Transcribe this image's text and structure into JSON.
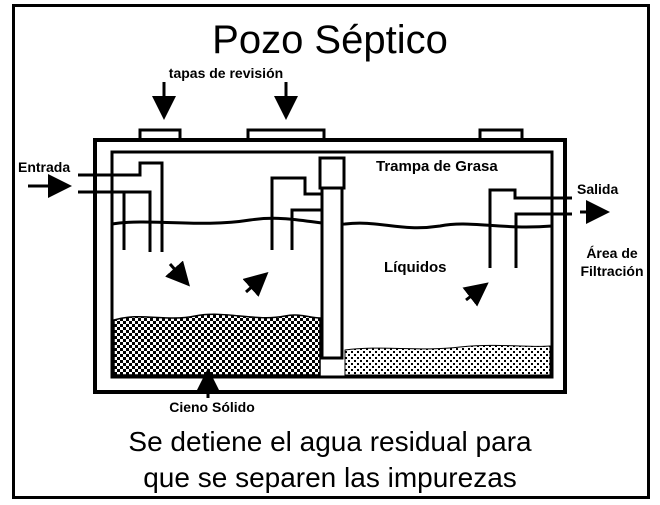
{
  "title": "Pozo Séptico",
  "labels": {
    "inspection_covers": "tapas de revisión",
    "inlet": "Entrada",
    "grease_trap": "Trampa de Grasa",
    "outlet": "Salida",
    "liquids": "Líquidos",
    "filtration_area_line1": "Área de",
    "filtration_area_line2": "Filtración",
    "solid_sludge": "Cieno Sólido"
  },
  "caption": {
    "line1": "Se detiene el agua residual para",
    "line2": "que se separen las impurezas"
  }
}
